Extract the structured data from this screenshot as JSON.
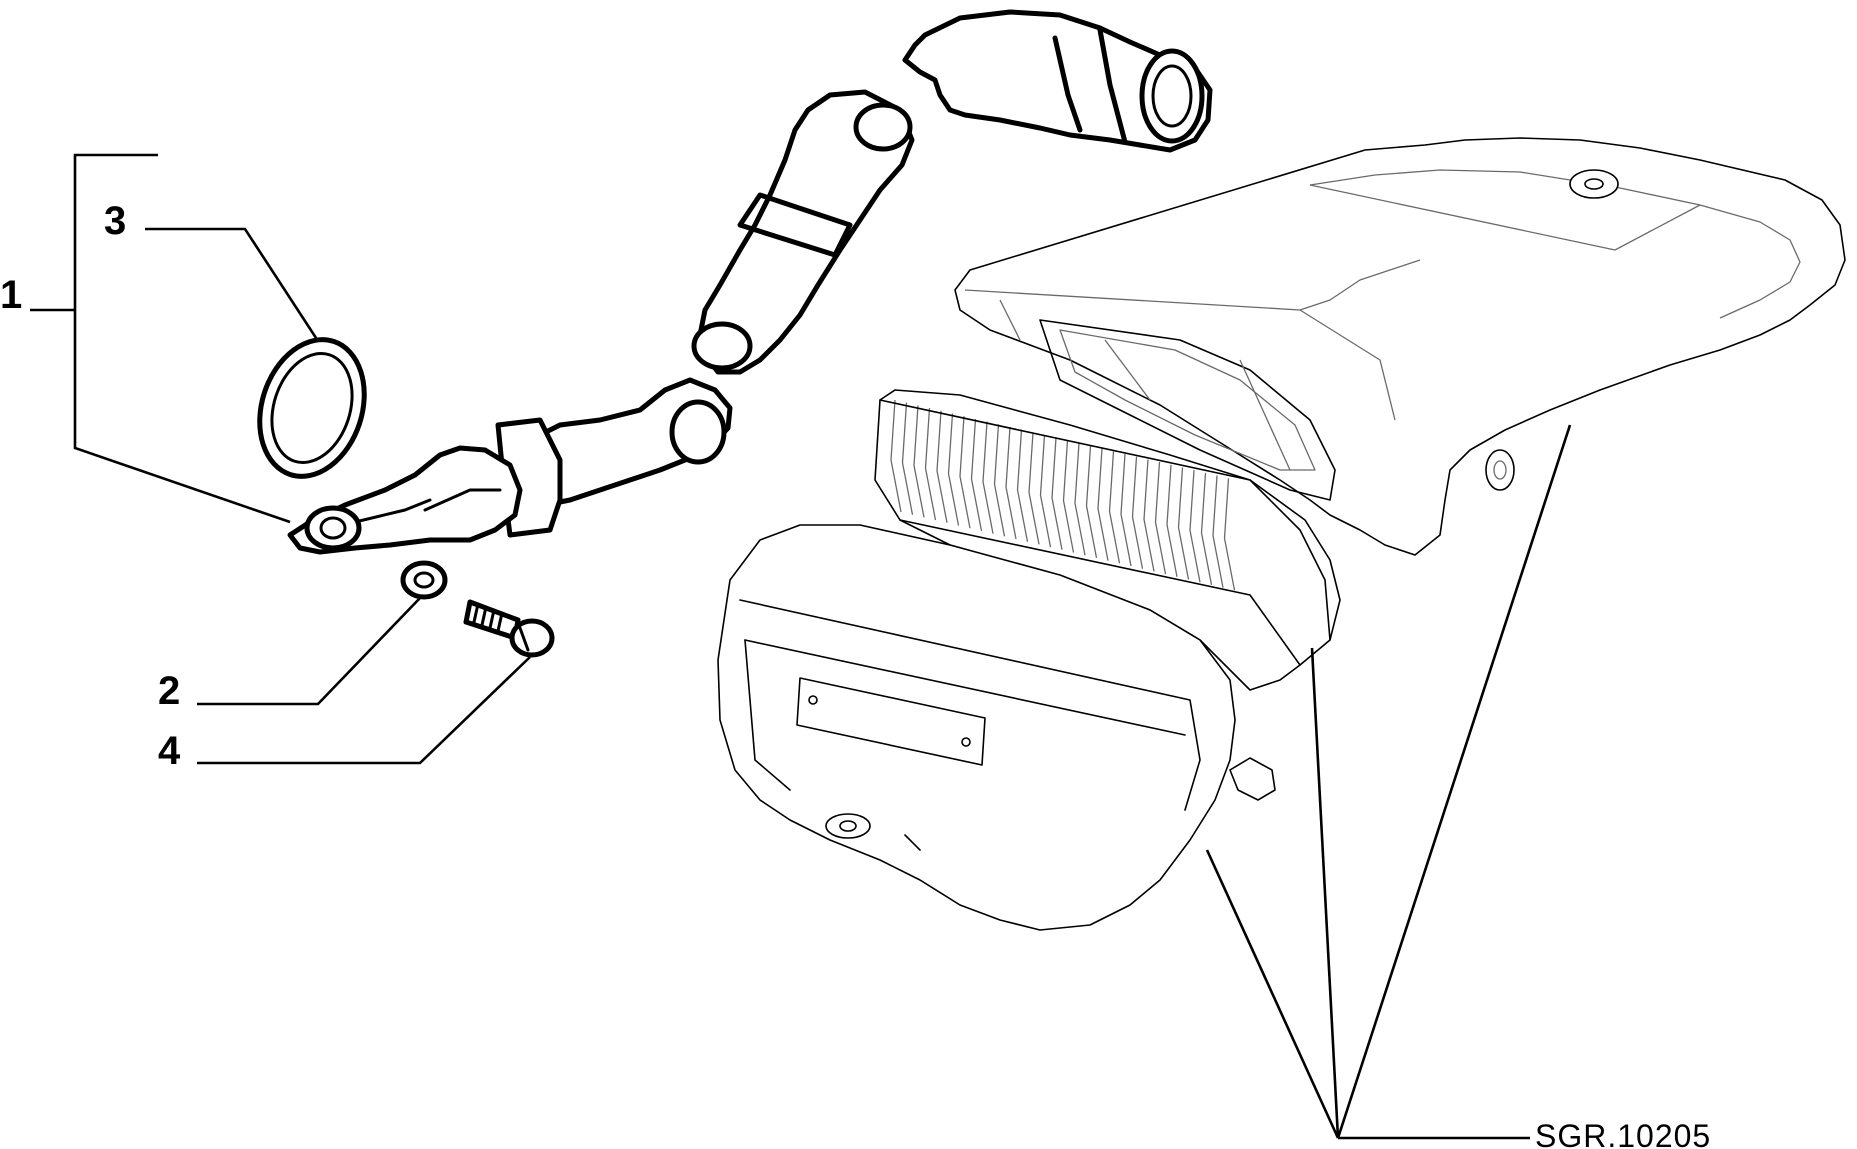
{
  "callouts": [
    {
      "id": "1",
      "label": "1"
    },
    {
      "id": "2",
      "label": "2"
    },
    {
      "id": "3",
      "label": "3"
    },
    {
      "id": "4",
      "label": "4"
    }
  ],
  "drawing_code": "SGR.10205",
  "colors": {
    "line": "#000000",
    "background": "#ffffff",
    "detail": "#6a6a6a"
  }
}
